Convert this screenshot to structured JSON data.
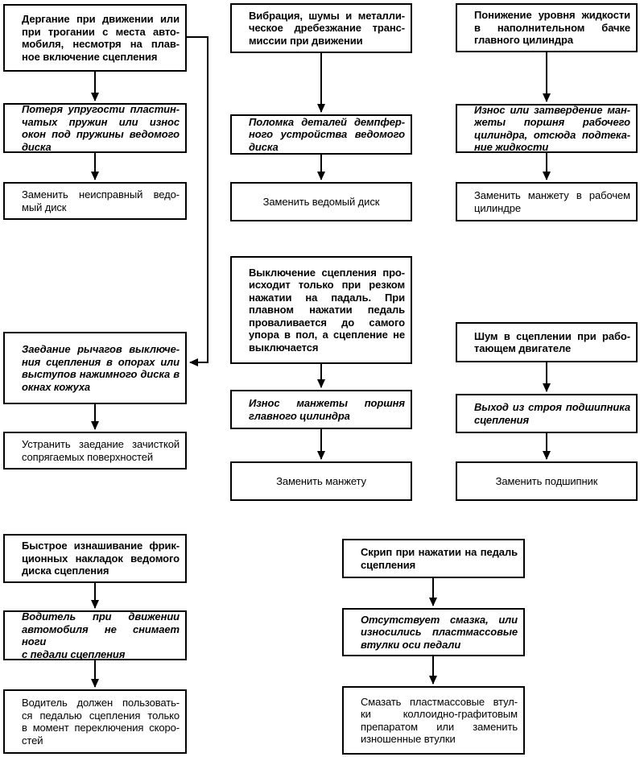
{
  "canvas": {
    "background_color": "#ffffff",
    "line_color": "#000000",
    "box_border_color": "#000000"
  },
  "nodes": {
    "a1": {
      "kind": "symptom",
      "text": "Дергание при движении или\nпри трогании с места авто-\nмобиля, несмотря на плав-\nное включение сцепления"
    },
    "a2": {
      "kind": "cause",
      "text": "Потеря упругости пластин-\nчатых пружин или износ\nокон под пружины ведомого\nдиска"
    },
    "a3": {
      "kind": "remedy",
      "text": "Заменить неисправный ведо-\nмый диск"
    },
    "a4": {
      "kind": "cause",
      "text": "Заедание рычагов выключе-\nния сцепления в опорах или\nвыступов нажимного диска в\nокнах кожуха"
    },
    "a5": {
      "kind": "remedy",
      "text": "Устранить заедание зачисткой\nсопрягаемых поверхностей"
    },
    "a6": {
      "kind": "symptom",
      "text": "Быстрое изнашивание фрик-\nционных накладок ведомого\nдиска сцепления"
    },
    "a7": {
      "kind": "cause",
      "text": "Водитель при движении\nавтомобиля не снимает ноги\nс педали сцепления"
    },
    "a8": {
      "kind": "remedy",
      "text": "Водитель должен пользовать-\nся педалью сцепления только\nв момент переключения скоро-\nстей"
    },
    "b1": {
      "kind": "symptom",
      "text": "Вибрация, шумы и металли-\nческое дребезжание транс-\nмиссии при движении"
    },
    "b2": {
      "kind": "cause",
      "text": "Поломка деталей демпфер-\nного устройства ведомого\nдиска"
    },
    "b3": {
      "kind": "remedy",
      "text": "Заменить ведомый диск"
    },
    "b4": {
      "kind": "symptom",
      "text": "Выключение сцепления про-\nисходит только при резком\nнажатии на падаль. При\nплавном нажатии педаль\nпроваливается до самого\nупора в пол, а сцепление не\nвыключается"
    },
    "b5": {
      "kind": "cause",
      "text": "Износ манжеты поршня\nглавного цилиндра"
    },
    "b6": {
      "kind": "remedy",
      "text": "Заменить манжету"
    },
    "c1": {
      "kind": "symptom",
      "text": "Понижение уровня жидкости\nв наполнительном бачке\nглавного цилиндра"
    },
    "c2": {
      "kind": "cause",
      "text": "Износ или затвердение ман-\nжеты поршня рабочего\nцилиндра, отсюда подтека-\nние жидкости"
    },
    "c3": {
      "kind": "remedy",
      "text": "Заменить манжету в рабочем\nцилиндре"
    },
    "c4": {
      "kind": "symptom",
      "text": "Шум в сцеплении при рабо-\nтающем двигателе"
    },
    "c5": {
      "kind": "cause",
      "text": "Выход из строя подшипника\nсцепления"
    },
    "c6": {
      "kind": "remedy",
      "text": "Заменить подшипник"
    },
    "d1": {
      "kind": "symptom",
      "text": "Скрип при нажатии на педаль\nсцепления"
    },
    "d2": {
      "kind": "cause",
      "text": "Отсутствует смазка, или\nизносились пластмассовые\nвтулки оси педали"
    },
    "d3": {
      "kind": "remedy",
      "text": "Смазать пластмассовые втул-\nки коллоидно-графитовым\nпрепаратом или заменить\nизношенные втулки"
    }
  },
  "edges": [
    {
      "from": "a1",
      "to": "a2",
      "route": "straight-down"
    },
    {
      "from": "a2",
      "to": "a3",
      "route": "straight-down"
    },
    {
      "from": "a1",
      "to": "a4",
      "route": "elbow-right-side"
    },
    {
      "from": "a4",
      "to": "a5",
      "route": "straight-down"
    },
    {
      "from": "a6",
      "to": "a7",
      "route": "straight-down"
    },
    {
      "from": "a7",
      "to": "a8",
      "route": "straight-down"
    },
    {
      "from": "b1",
      "to": "b2",
      "route": "straight-down"
    },
    {
      "from": "b2",
      "to": "b3",
      "route": "straight-down"
    },
    {
      "from": "b4",
      "to": "b5",
      "route": "straight-down"
    },
    {
      "from": "b5",
      "to": "b6",
      "route": "straight-down"
    },
    {
      "from": "c1",
      "to": "c2",
      "route": "straight-down"
    },
    {
      "from": "c2",
      "to": "c3",
      "route": "straight-down"
    },
    {
      "from": "c4",
      "to": "c5",
      "route": "straight-down"
    },
    {
      "from": "c5",
      "to": "c6",
      "route": "straight-down"
    },
    {
      "from": "d1",
      "to": "d2",
      "route": "straight-down"
    },
    {
      "from": "d2",
      "to": "d3",
      "route": "straight-down"
    }
  ]
}
